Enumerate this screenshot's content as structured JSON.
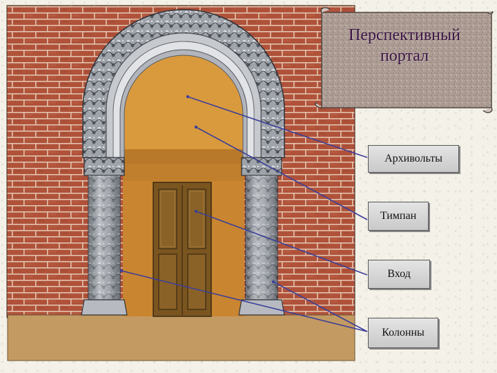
{
  "title": {
    "line1": "Перспективный",
    "line2": "портал"
  },
  "labels": {
    "archivolts": "Архивольты",
    "tympanum": "Тимпан",
    "entrance": "Вход",
    "columns": "Колонны"
  },
  "colors": {
    "brick": "#b0523a",
    "mortar": "#e3c4ae",
    "ground": "#c39a62",
    "tympanum": "#d99a3e",
    "door": "#7a5520",
    "stone": "#a9adb3",
    "pointer_line": "#3b3f9a",
    "title_text": "#3c1545"
  }
}
